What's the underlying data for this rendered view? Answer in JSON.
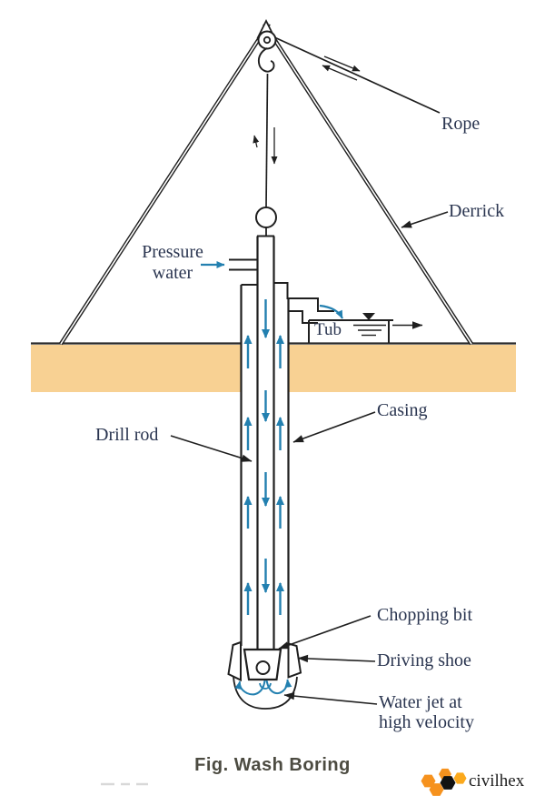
{
  "figure": {
    "type": "technical-diagram",
    "caption": "Fig. Wash Boring",
    "labels": {
      "rope": "Rope",
      "derrick": "Derrick",
      "pressure_line1": "Pressure",
      "pressure_line2": "water",
      "tub": "Tub",
      "drill_rod": "Drill rod",
      "casing": "Casing",
      "chopping_bit": "Chopping bit",
      "driving_shoe": "Driving shoe",
      "water_jet_line1": "Water jet at",
      "water_jet_line2": "high velocity"
    },
    "flow_arrows": {
      "drill_rod_direction": "down",
      "annulus_direction": "up",
      "down_arrow_count": 4,
      "up_arrow_pair_count": 4
    },
    "colors": {
      "line": "#1F1F1F",
      "flow_arrow_blue": "#2380B0",
      "ground_tan": "#F8D193",
      "label_text": "#2A3550",
      "caption_text": "#4C4B41"
    }
  },
  "branding": {
    "logo_text": "civilhex",
    "logo_orange": "#F6921E",
    "logo_orange_light": "#FBA91D",
    "logo_black": "#121212"
  }
}
